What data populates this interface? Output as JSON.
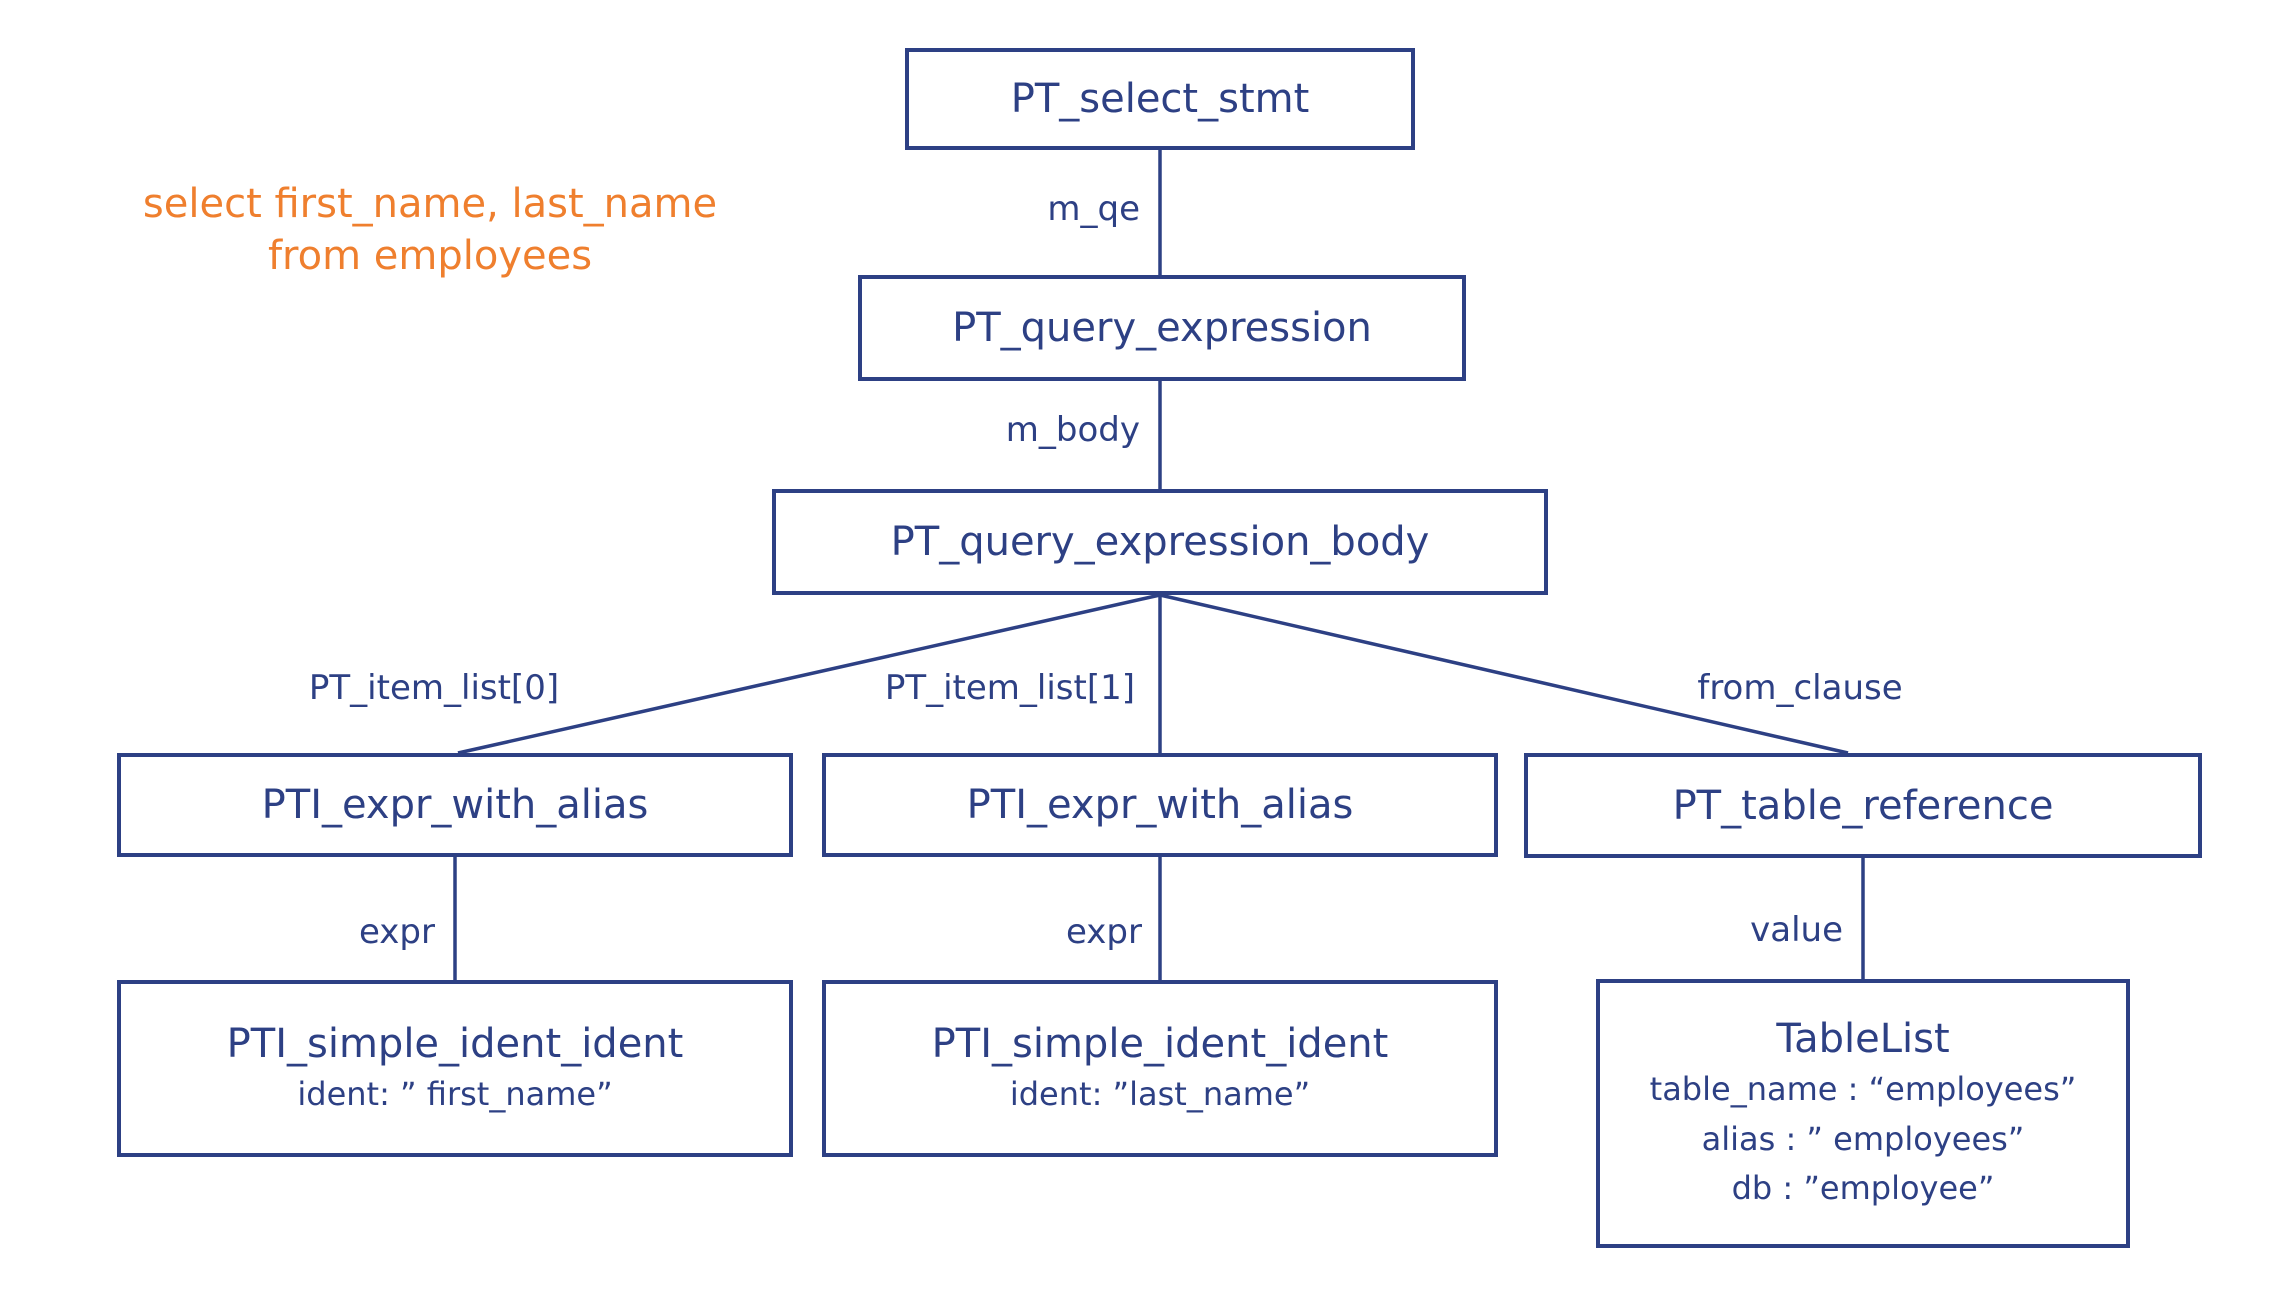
{
  "palette": {
    "navy": "#2d4084",
    "orange": "#ef7f2e",
    "background": "#ffffff"
  },
  "annotation": {
    "line1": "select first_name, last_name",
    "line2": "from employees"
  },
  "nodes": {
    "select_stmt": {
      "label": "PT_select_stmt"
    },
    "query_expression": {
      "label": "PT_query_expression"
    },
    "query_expression_body": {
      "label": "PT_query_expression_body"
    },
    "expr_with_alias_left": {
      "label": "PTI_expr_with_alias"
    },
    "expr_with_alias_mid": {
      "label": "PTI_expr_with_alias"
    },
    "table_reference": {
      "label": "PT_table_reference"
    },
    "simple_ident_left": {
      "label": "PTI_simple_ident_ident",
      "details": [
        "ident: ” first_name”"
      ]
    },
    "simple_ident_mid": {
      "label": "PTI_simple_ident_ident",
      "details": [
        "ident: ”last_name”"
      ]
    },
    "table_list": {
      "label": "TableList",
      "details": [
        "table_name : “employees”",
        "alias : ” employees”",
        "db : ”employee”"
      ]
    }
  },
  "edge_labels": {
    "m_qe": "m_qe",
    "m_body": "m_body",
    "item_list_0": "PT_item_list[0]",
    "item_list_1": "PT_item_list[1]",
    "from_clause": "from_clause",
    "expr_left": "expr",
    "expr_mid": "expr",
    "value": "value"
  }
}
